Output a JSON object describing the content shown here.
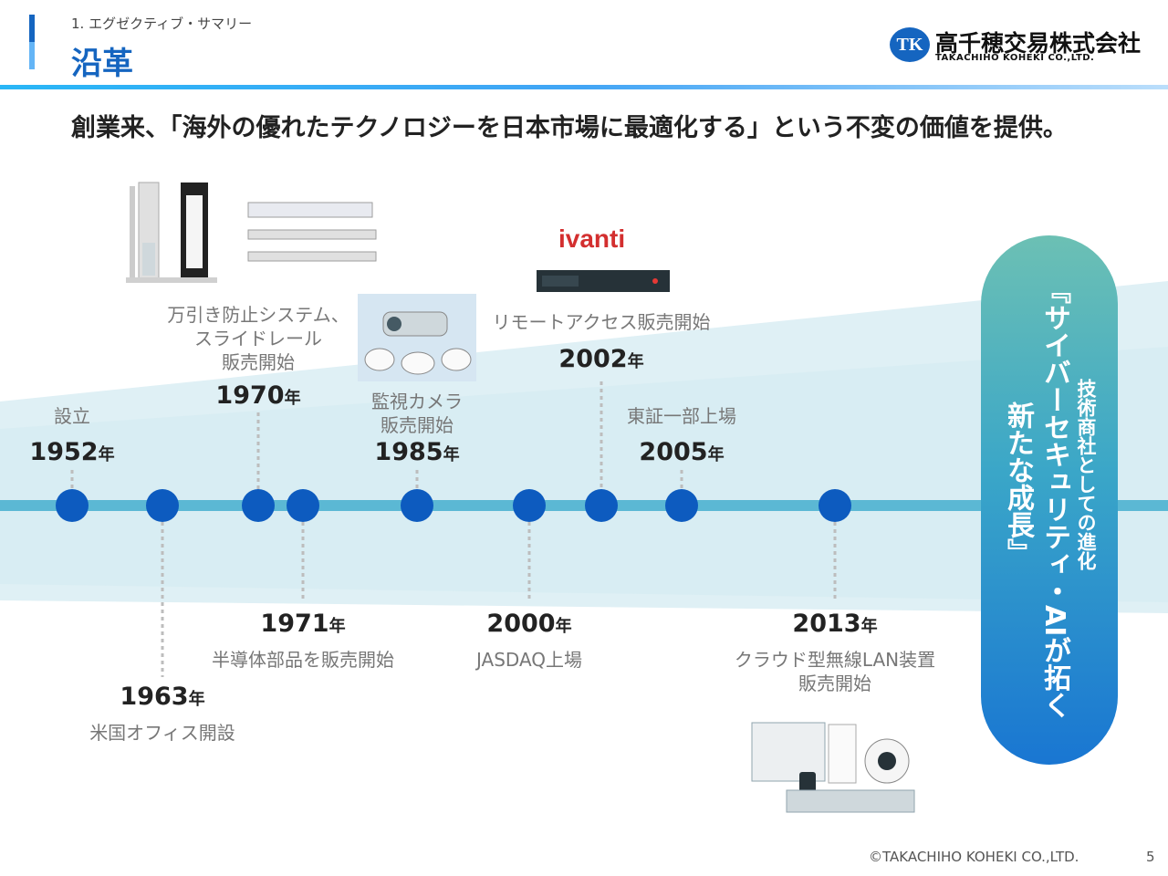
{
  "header": {
    "section_label": "1. エグゼクティブ・サマリー",
    "title": "沿革",
    "logo_mark": "TK",
    "company_jp": "高千穂交易株式会社",
    "company_en": "TAKACHIHO KOHEKI CO.,LTD."
  },
  "headline": "創業来、「海外の優れたテクノロジーを日本市場に最適化する」という不変の価値を提供。",
  "events": [
    {
      "year": "1952",
      "label": "設立"
    },
    {
      "year": "1963",
      "label": "米国オフィス開設"
    },
    {
      "year": "1970",
      "label_lines": [
        "万引き防止システム、",
        "スライドレール",
        "販売開始"
      ]
    },
    {
      "year": "1971",
      "label": "半導体部品を販売開始"
    },
    {
      "year": "1985",
      "label_lines": [
        "監視カメラ",
        "販売開始"
      ]
    },
    {
      "year": "2000",
      "label": "JASDAQ上場"
    },
    {
      "year": "2002",
      "label": "リモートアクセス販売開始"
    },
    {
      "year": "2005",
      "label": "東証一部上場"
    },
    {
      "year": "2013",
      "label_lines": [
        "クラウド型無線LAN装置",
        "販売開始"
      ]
    }
  ],
  "year_suffix": "年",
  "brand_ivanti": "ivanti",
  "future": {
    "subtitle": "技術商社としての進化",
    "line1": "『サイバーセキュリティ・AIが拓く",
    "line2": "新たな成長』"
  },
  "colors": {
    "accent": "#1565c0",
    "timeline": "#5bb8d4",
    "dot": "#0d5bbf"
  },
  "footer": {
    "copyright": "©TAKACHIHO KOHEKI CO.,LTD.",
    "page": "5"
  }
}
